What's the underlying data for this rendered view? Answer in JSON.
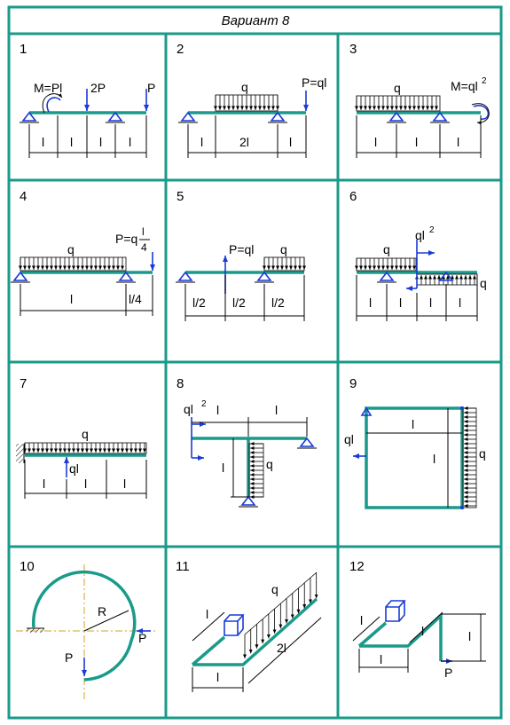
{
  "title": "Вариант  8",
  "cells": [
    {
      "n": "1",
      "labels": {
        "m": "M=Pl",
        "p2": "2P",
        "p": "P",
        "l1": "l",
        "l2": "l",
        "l3": "l",
        "l4": "l"
      }
    },
    {
      "n": "2",
      "labels": {
        "q": "q",
        "p": "P=ql",
        "l1": "l",
        "l2": "2l",
        "l3": "l"
      }
    },
    {
      "n": "3",
      "labels": {
        "q": "q",
        "m": "M=ql",
        "m_exp": "2",
        "l1": "l",
        "l2": "l",
        "l3": "l"
      }
    },
    {
      "n": "4",
      "labels": {
        "q": "q",
        "p": "P=q",
        "p_num": "l",
        "p_den": "4",
        "l1": "l",
        "l2": "l/4"
      }
    },
    {
      "n": "5",
      "labels": {
        "p": "P=ql",
        "q": "q",
        "l1": "l/2",
        "l2": "l/2",
        "l3": "l/2"
      }
    },
    {
      "n": "6",
      "labels": {
        "q1": "q",
        "ql": "ql",
        "ql_exp": "2",
        "q2": "q",
        "l1": "l",
        "l2": "l",
        "l3": "l",
        "l4": "l"
      }
    },
    {
      "n": "7",
      "labels": {
        "q": "q",
        "ql": "ql",
        "l1": "l",
        "l2": "l",
        "l3": "l"
      }
    },
    {
      "n": "8",
      "labels": {
        "ql": "ql",
        "ql_exp": "2",
        "l1": "l",
        "l2": "l",
        "l3": "l",
        "q": "q"
      }
    },
    {
      "n": "9",
      "labels": {
        "ql": "ql",
        "l1": "l",
        "l2": "l",
        "q": "q"
      }
    },
    {
      "n": "10",
      "labels": {
        "r": "R",
        "p1": "P",
        "p2": "P"
      }
    },
    {
      "n": "11",
      "labels": {
        "q": "q",
        "l1": "l",
        "l2": "2l",
        "l3": "l"
      }
    },
    {
      "n": "12",
      "labels": {
        "l1": "l",
        "l2": "l",
        "l3": "l",
        "l4": "l",
        "p": "P"
      }
    }
  ]
}
